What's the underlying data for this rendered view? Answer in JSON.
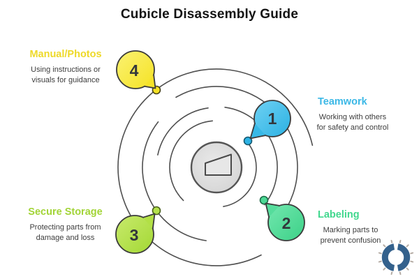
{
  "title": "Cubicle Disassembly Guide",
  "steps": [
    {
      "number": "1",
      "label": "Teamwork",
      "description": "Working with others for safety and control",
      "accent_color": "#3bb8e6",
      "balloon_color": "#3fc0ea"
    },
    {
      "number": "2",
      "label": "Labeling",
      "description": "Marking parts to prevent confusion",
      "accent_color": "#41d78e",
      "balloon_color": "#4cd995"
    },
    {
      "number": "3",
      "label": "Secure Storage",
      "description": "Protecting parts from damage and loss",
      "accent_color": "#a2d437",
      "balloon_color": "#aede42"
    },
    {
      "number": "4",
      "label": "Manual/Photos",
      "description": "Using instructions or visuals for guidance",
      "accent_color": "#eed928",
      "balloon_color": "#f7e73c"
    }
  ],
  "diagram": {
    "center_icon": "wedge-shape-icon",
    "spiral_stroke_color": "#4f4f4f",
    "center_circle_fill": "#e0e0e0"
  },
  "branding": {
    "logo": "broken-ring-logo",
    "logo_color": "#34618c"
  }
}
